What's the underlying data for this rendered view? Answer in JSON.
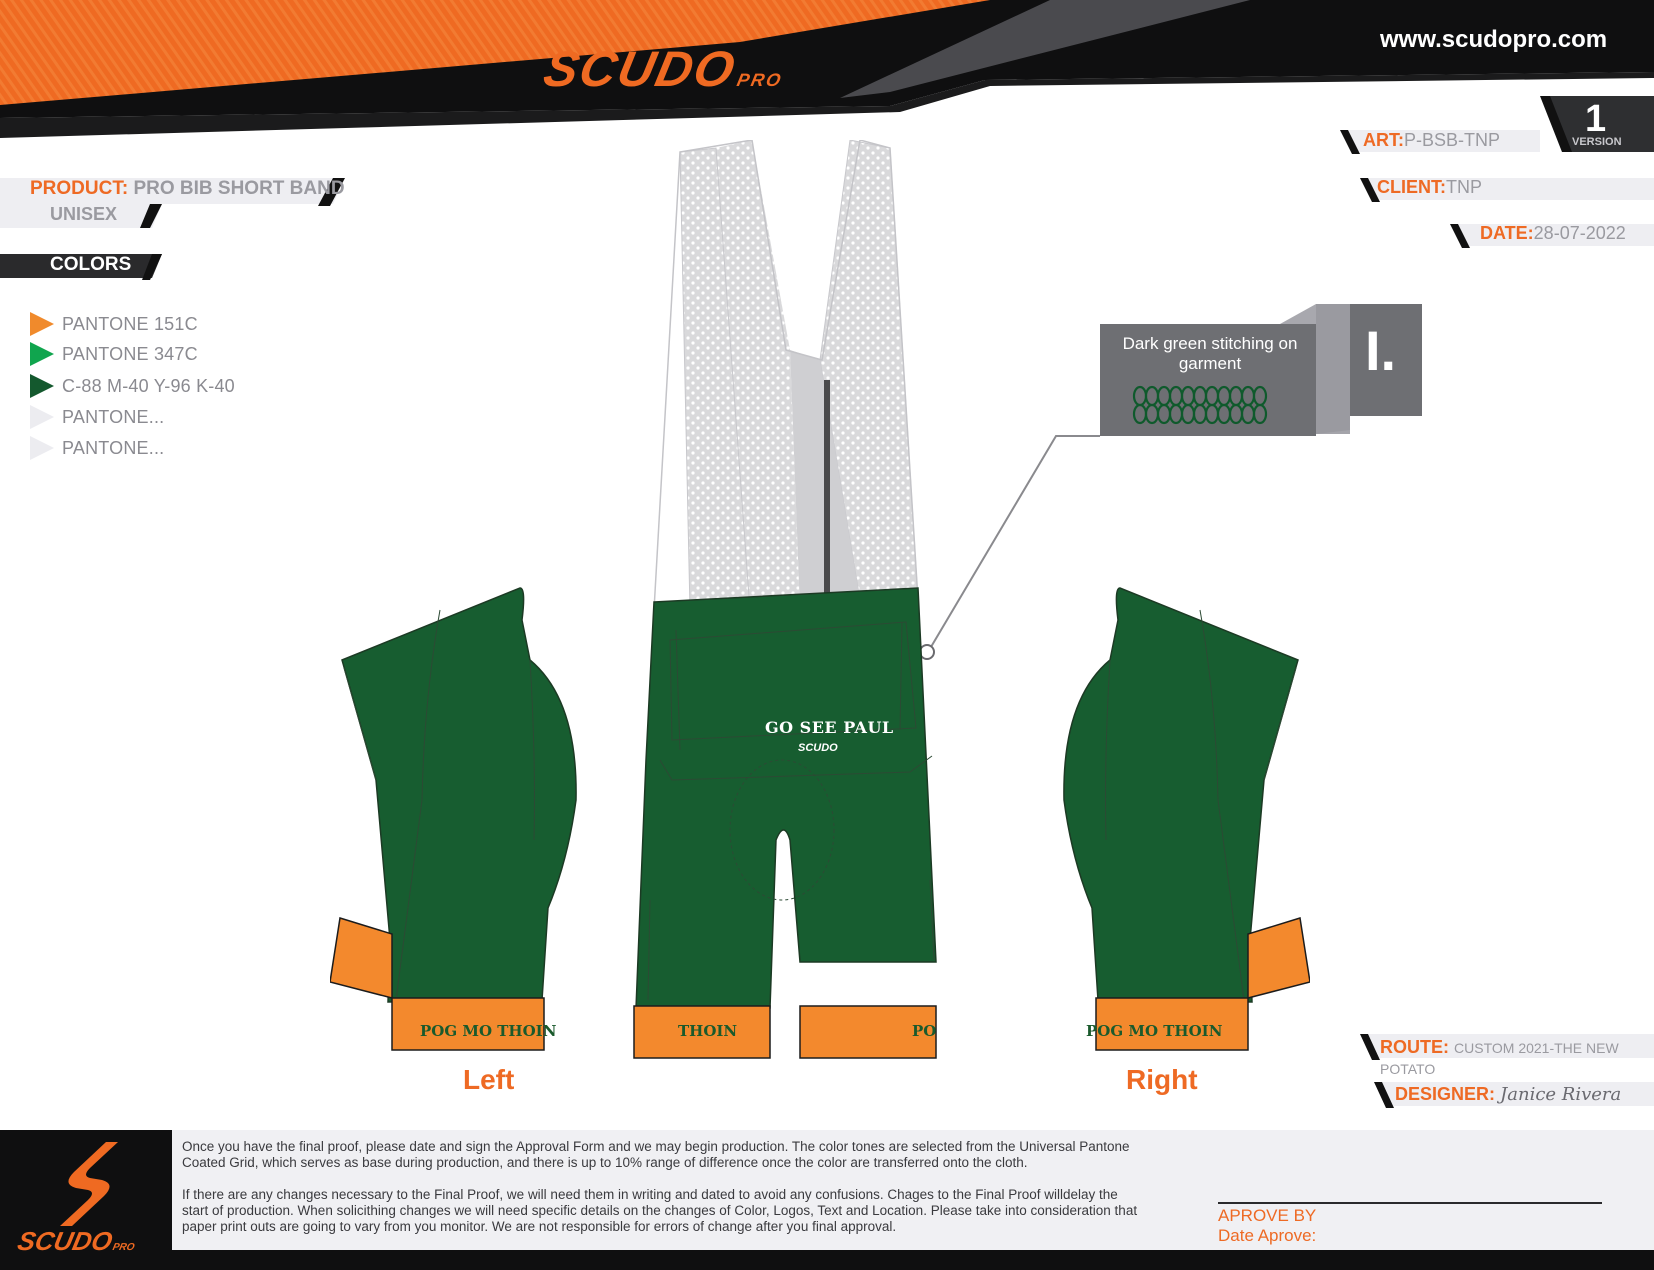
{
  "header": {
    "brand_main": "SCUDO",
    "brand_suffix": "PRO",
    "website": "www.scudopro.com"
  },
  "product": {
    "label": "PRODUCT:",
    "name": "PRO BIB SHORT BAND",
    "gender": "UNISEX"
  },
  "colors": {
    "title": "COLORS",
    "items": [
      {
        "name": "PANTONE 151C",
        "hex": "#f08a2c"
      },
      {
        "name": "PANTONE 347C",
        "hex": "#10a54e"
      },
      {
        "name": "C-88 M-40 Y-96 K-40",
        "hex": "#14592e"
      },
      {
        "name": "PANTONE...",
        "hex": "#eeeef2"
      },
      {
        "name": "PANTONE...",
        "hex": "#eeeef2"
      }
    ]
  },
  "info": {
    "art_label": "ART:",
    "art_value": "P-BSB-TNP",
    "version_number": "1",
    "version_label": "VERSION",
    "client_label": "CLIENT:",
    "client_value": "TNP",
    "date_label": "DATE:",
    "date_value": "28-07-2022",
    "route_label": "ROUTE:",
    "route_value": "CUSTOM 2021-THE NEW POTATO",
    "designer_label": "DESIGNER:",
    "designer_value": "Janice Rivera"
  },
  "callout": {
    "text": "Dark green stitching on garment",
    "marker": "I."
  },
  "garment": {
    "back_text": "GO SEE PAUL",
    "back_logo": "SCUDO",
    "band_text": "POG MO THOIN",
    "center_band_left": "THOIN",
    "center_band_right": "POG MO",
    "left_caption": "Left",
    "right_caption": "Right",
    "fabric_color": "#175d30",
    "band_color": "#f3892d",
    "strap_color": "#d8d8d8"
  },
  "footer": {
    "paragraph1": "Once you have the final proof, please date and sign the Approval Form and we may begin production. The color tones are selected from the Universal Pantone Coated Grid, which serves as base during production, and there is up to 10% range of difference once the color are transferred onto the cloth.",
    "paragraph2": "If there are any changes necessary to the Final Proof, we will need them in writing and dated to avoid any confusions. Chages to the Final Proof willdelay the start of production. When solicithing changes we will need specific details on the changes of Color, Logos, Text and Location.  Please take into consideration that paper print outs are going to vary from you monitor. We are not responsible for errors of change after you final approval.",
    "approve_by": "APROVE BY",
    "date_approve": "Date Aprove:",
    "logo_main": "SCUDO",
    "logo_suffix": "PRO"
  }
}
